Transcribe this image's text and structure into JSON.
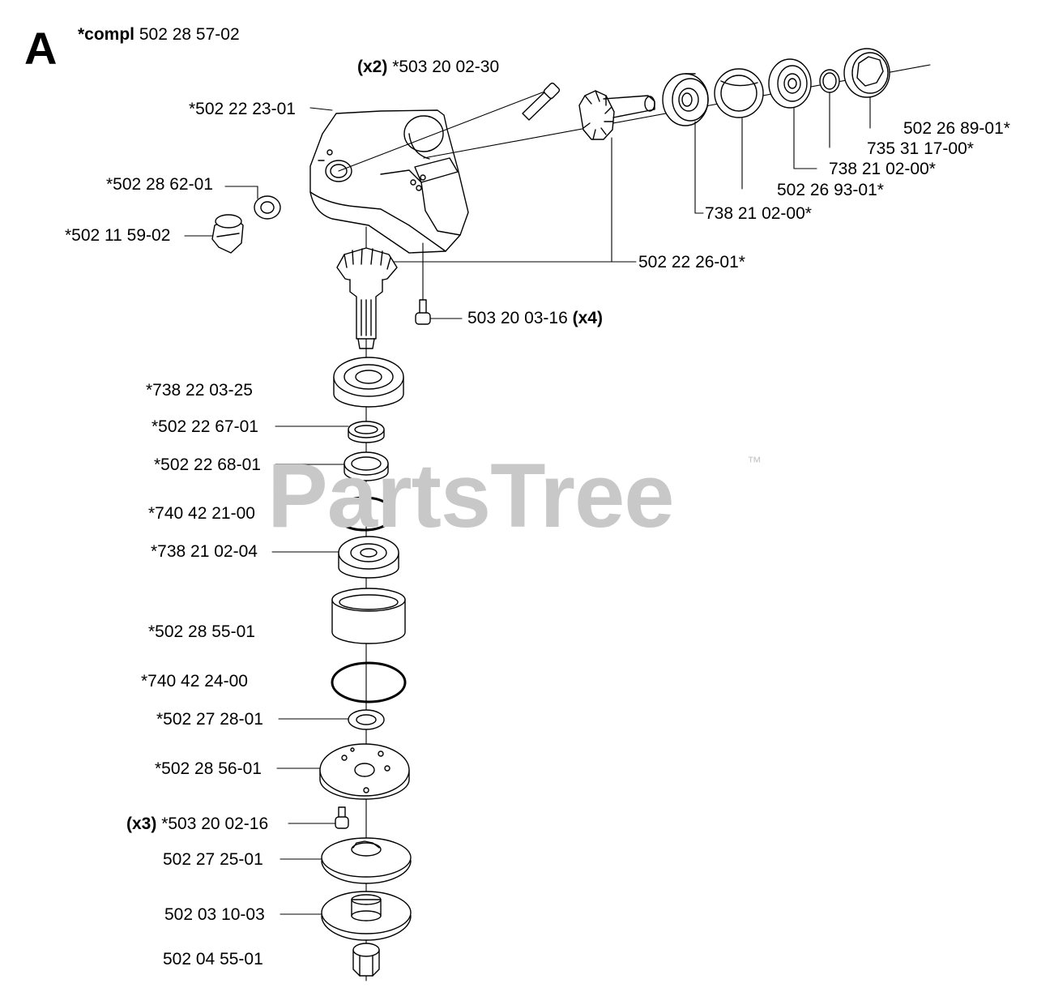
{
  "section_letter": "A",
  "assembly": {
    "prefix": "*compl",
    "number": "502 28 57-02"
  },
  "watermark": {
    "text": "PartsTree",
    "mark": "™"
  },
  "parts": [
    {
      "qty": "(x2)",
      "number": "*503 20 02-30"
    },
    {
      "number": "*502 22 23-01"
    },
    {
      "number": "*502 28 62-01"
    },
    {
      "number": "*502 11 59-02"
    },
    {
      "number": "502 26 89-01*"
    },
    {
      "number": "735 31 17-00*"
    },
    {
      "number": "738 21 02-00*"
    },
    {
      "number": "502 26 93-01*"
    },
    {
      "number": "738 21 02-00*"
    },
    {
      "number": "502 22 26-01*"
    },
    {
      "number": "503 20 03-16",
      "qty": "(x4)"
    },
    {
      "number": "*738 22 03-25"
    },
    {
      "number": "*502 22 67-01"
    },
    {
      "number": "*502 22 68-01"
    },
    {
      "number": "*740 42 21-00"
    },
    {
      "number": "*738 21 02-04"
    },
    {
      "number": "*502 28 55-01"
    },
    {
      "number": "*740 42 24-00"
    },
    {
      "number": "*502 27 28-01"
    },
    {
      "number": "*502 28 56-01"
    },
    {
      "qty": "(x3)",
      "number": "*503 20 02-16"
    },
    {
      "number": "502 27 25-01"
    },
    {
      "number": "502 03 10-03"
    },
    {
      "number": "502 04 55-01"
    }
  ]
}
